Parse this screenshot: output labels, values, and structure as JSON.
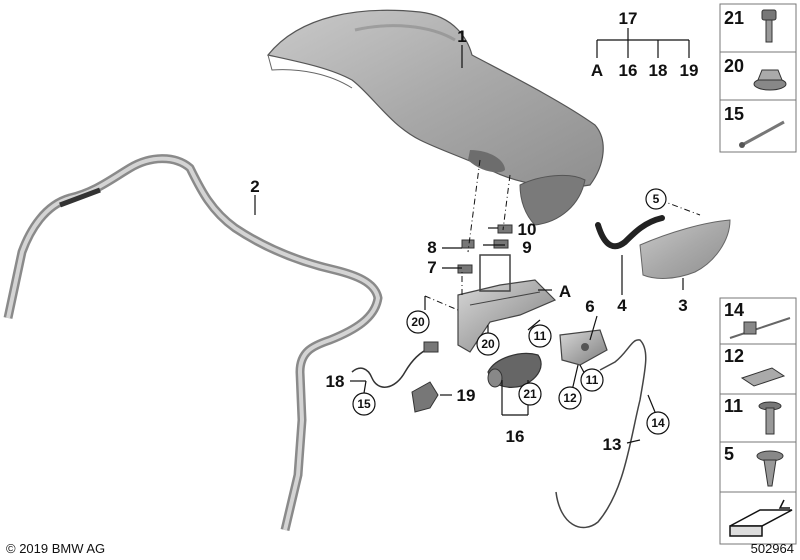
{
  "callouts": {
    "c1": "1",
    "c2": "2",
    "c3": "3",
    "c4": "4",
    "c5": "5",
    "c6": "6",
    "c7": "7",
    "c8": "8",
    "c9": "9",
    "c10": "10",
    "c11a": "11",
    "c11b": "11",
    "c12": "12",
    "c13": "13",
    "c14": "14",
    "c15": "15",
    "c16": "16",
    "c17": "17",
    "c18": "18",
    "c19": "19",
    "c20a": "20",
    "c20b": "20",
    "c21": "21",
    "cA": "A"
  },
  "tree17": {
    "root": "17",
    "children": [
      "A",
      "16",
      "18",
      "19"
    ]
  },
  "parts_panel_top": [
    "21",
    "20",
    "15"
  ],
  "parts_panel_bottom": [
    "14",
    "12",
    "11",
    "5"
  ],
  "footer": {
    "copyright": "© 2019 BMW AG",
    "diagram_number": "502964"
  }
}
